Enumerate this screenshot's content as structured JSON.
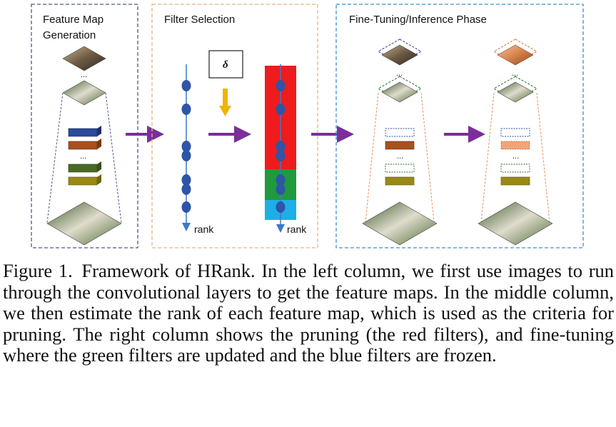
{
  "figure": {
    "panels": {
      "feature_map_generation": {
        "title_line1": "Feature Map",
        "title_line2": "Generation"
      },
      "filter_selection": {
        "title": "Filter Selection",
        "delta": "δ",
        "rank_label_1": "rank",
        "rank_label_2": "rank"
      },
      "fine_tuning": {
        "title": "Fine-Tuning/Inference Phase"
      }
    },
    "ellipsis": "...",
    "colors": {
      "panel_left_border": "#4a5a8c",
      "panel_mid_border": "#e8b27e",
      "panel_right_border": "#3c8ed4",
      "arrow": "#7a2e9a",
      "pruned": "#ee1c1c",
      "updated": "#1f9a3c",
      "frozen": "#1eaee8",
      "delta_arrow": "#f0b400",
      "node": "#2e55a6",
      "axis": "#3c78c8"
    }
  },
  "caption": {
    "head": "Figure 1.",
    "body": "Framework of HRank. In the left column, we first use images to run through the convolutional layers to get the feature maps. In the middle column, we then estimate the rank of each feature map, which is used as the criteria for pruning. The right column shows the pruning (the red filters), and fine-tuning where the green filters are updated and the blue filters are frozen."
  }
}
